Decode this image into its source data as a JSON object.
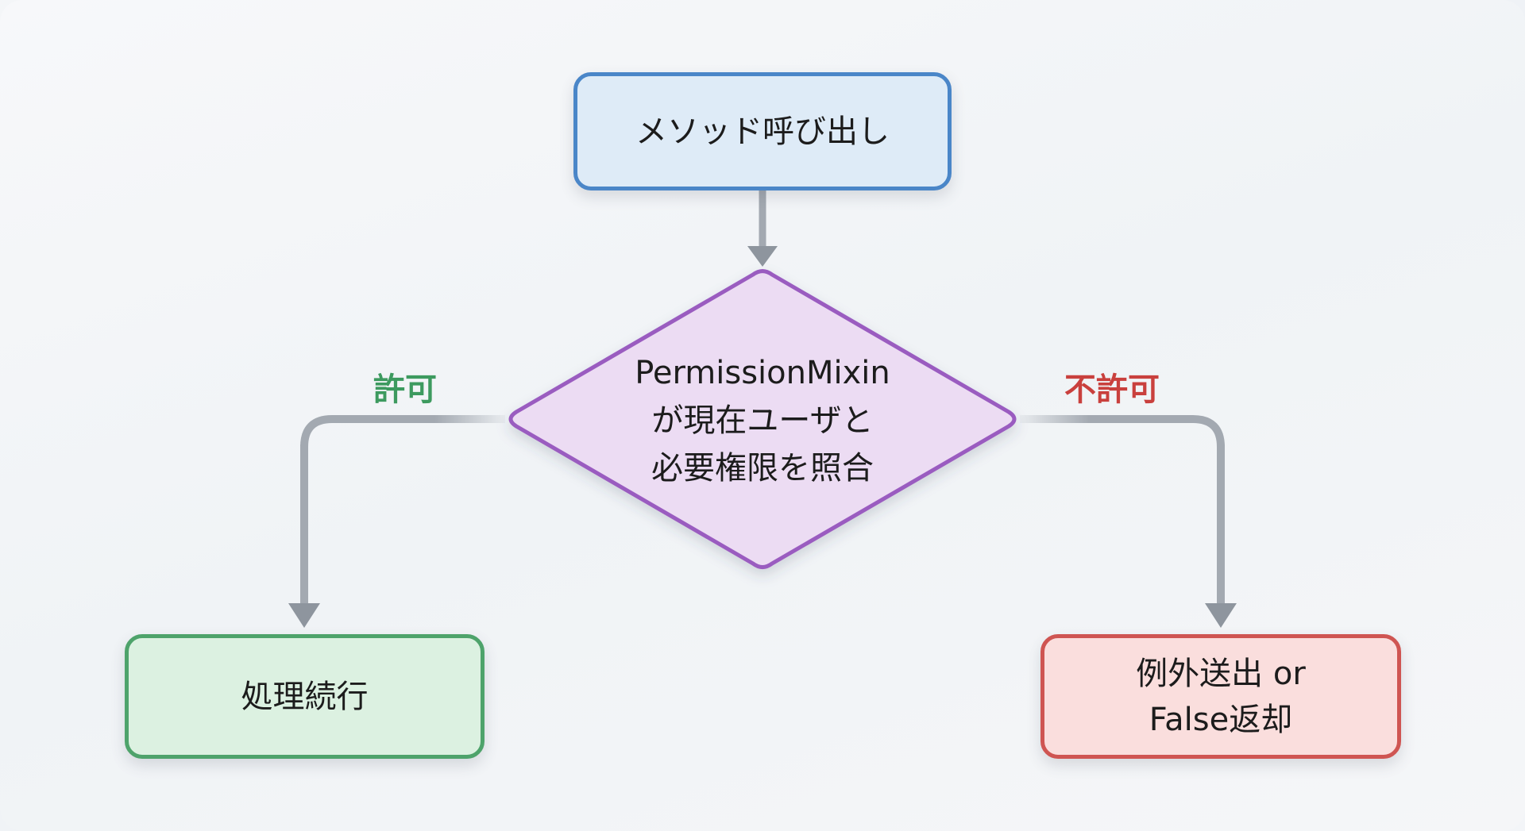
{
  "nodes": {
    "start": {
      "label": "メソッド呼び出し"
    },
    "decision": {
      "label": "PermissionMixin\nが現在ユーザと\n必要権限を照合"
    },
    "allowed": {
      "label": "処理続行"
    },
    "denied": {
      "label": "例外送出 or\nFalse返却"
    }
  },
  "edges": {
    "yes_label": "許可",
    "no_label": "不許可"
  },
  "colors": {
    "start_fill": "#deebf7",
    "start_border": "#4a86c8",
    "decision_fill": "#ecdcf3",
    "decision_border": "#9a5cc0",
    "allowed_fill": "#dcf1e1",
    "allowed_border": "#4ea36b",
    "denied_fill": "#fadedd",
    "denied_border": "#cf5552",
    "connector": "#a3a9b1",
    "yes_text": "#3d9a5f",
    "no_text": "#c9403d"
  }
}
